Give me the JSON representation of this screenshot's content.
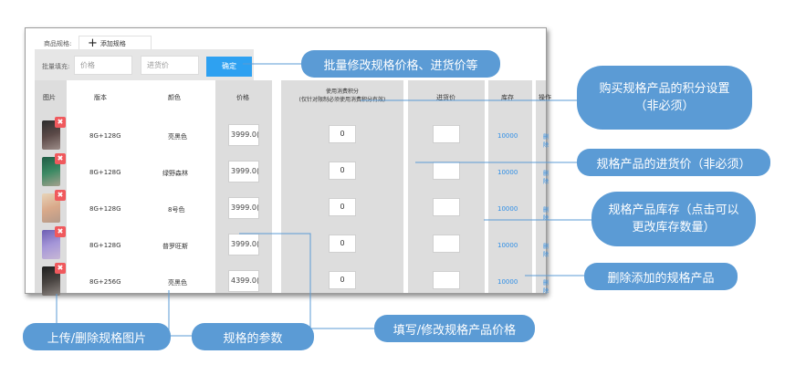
{
  "spec_header": {
    "label": "商品规格:",
    "add_button": "添加规格"
  },
  "batch_fill": {
    "label": "批量填充:",
    "price_placeholder": "价格",
    "cost_placeholder": "进货价",
    "confirm": "确定"
  },
  "table": {
    "headers": {
      "image": "图片",
      "version": "版本",
      "color": "颜色",
      "price": "价格",
      "points_line1": "使用消费积分",
      "points_line2": "(仅针对限制必须使用消费积分有效)",
      "cost": "进货价",
      "stock": "库存",
      "action": "操作"
    },
    "rows": [
      {
        "version": "8G+128G",
        "color": "亮黑色",
        "price": "3999.0(",
        "points": "0",
        "stock": "10000",
        "action": "删除"
      },
      {
        "version": "8G+128G",
        "color": "绿野森林",
        "price": "3999.0(",
        "points": "0",
        "stock": "10000",
        "action": "删除"
      },
      {
        "version": "8G+128G",
        "color": "8号色",
        "price": "3999.0(",
        "points": "0",
        "stock": "10000",
        "action": "删除"
      },
      {
        "version": "8G+128G",
        "color": "普罗旺斯",
        "price": "3999.0(",
        "points": "0",
        "stock": "10000",
        "action": "删除"
      },
      {
        "version": "8G+256G",
        "color": "亮黑色",
        "price": "4399.0(",
        "points": "0",
        "stock": "10000",
        "action": "删除"
      }
    ]
  },
  "callouts": {
    "batch": "批量修改规格价格、进货价等",
    "points": "购买规格产品的积分设置\n（非必须）",
    "cost": "规格产品的进货价（非必须）",
    "stock": "规格产品库存（点击可以\n更改库存数量）",
    "delete": "删除添加的规格产品",
    "upload": "上传/删除规格图片",
    "params": "规格的参数",
    "price": "填写/修改规格产品价格"
  },
  "colors": {
    "callout": "#5b9bd5",
    "confirm_button": "#2ea1f1",
    "link": "#2e8ee6",
    "delete_badge": "#f0595d",
    "column_bg": "#dddddd"
  },
  "icons": {
    "add": "plus-icon",
    "remove_image": "trash-icon"
  }
}
